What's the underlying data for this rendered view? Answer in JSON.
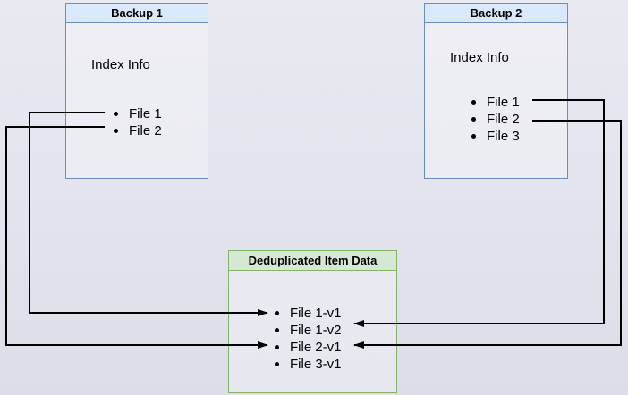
{
  "diagram": {
    "nodes": {
      "backup1": {
        "title": "Backup 1",
        "body_label": "Index Info",
        "items": [
          "File 1",
          "File 2"
        ]
      },
      "backup2": {
        "title": "Backup 2",
        "body_label": "Index Info",
        "items": [
          "File 1",
          "File 2",
          "File 3"
        ]
      },
      "dedup": {
        "title": "Deduplicated Item Data",
        "items": [
          "File 1-v1",
          "File 1-v2",
          "File 2-v1",
          "File 3-v1"
        ]
      }
    },
    "connections": [
      {
        "from": "Backup 1 / File 1",
        "to": "Deduplicated Item Data / File 1-v1"
      },
      {
        "from": "Backup 1 / File 2",
        "to": "Deduplicated Item Data / File 2-v1"
      },
      {
        "from": "Backup 2 / File 1",
        "to": "Deduplicated Item Data / File 1-v2"
      },
      {
        "from": "Backup 2 / File 2",
        "to": "Deduplicated Item Data / File 2-v1"
      }
    ],
    "colors": {
      "backup_border": "#6c8ebf",
      "backup_header_fill": "#dae8fc",
      "dedup_border": "#82b366",
      "dedup_header_fill": "#d5e8d4",
      "arrow": "#000000",
      "canvas_background": "#e3e3ee"
    }
  }
}
